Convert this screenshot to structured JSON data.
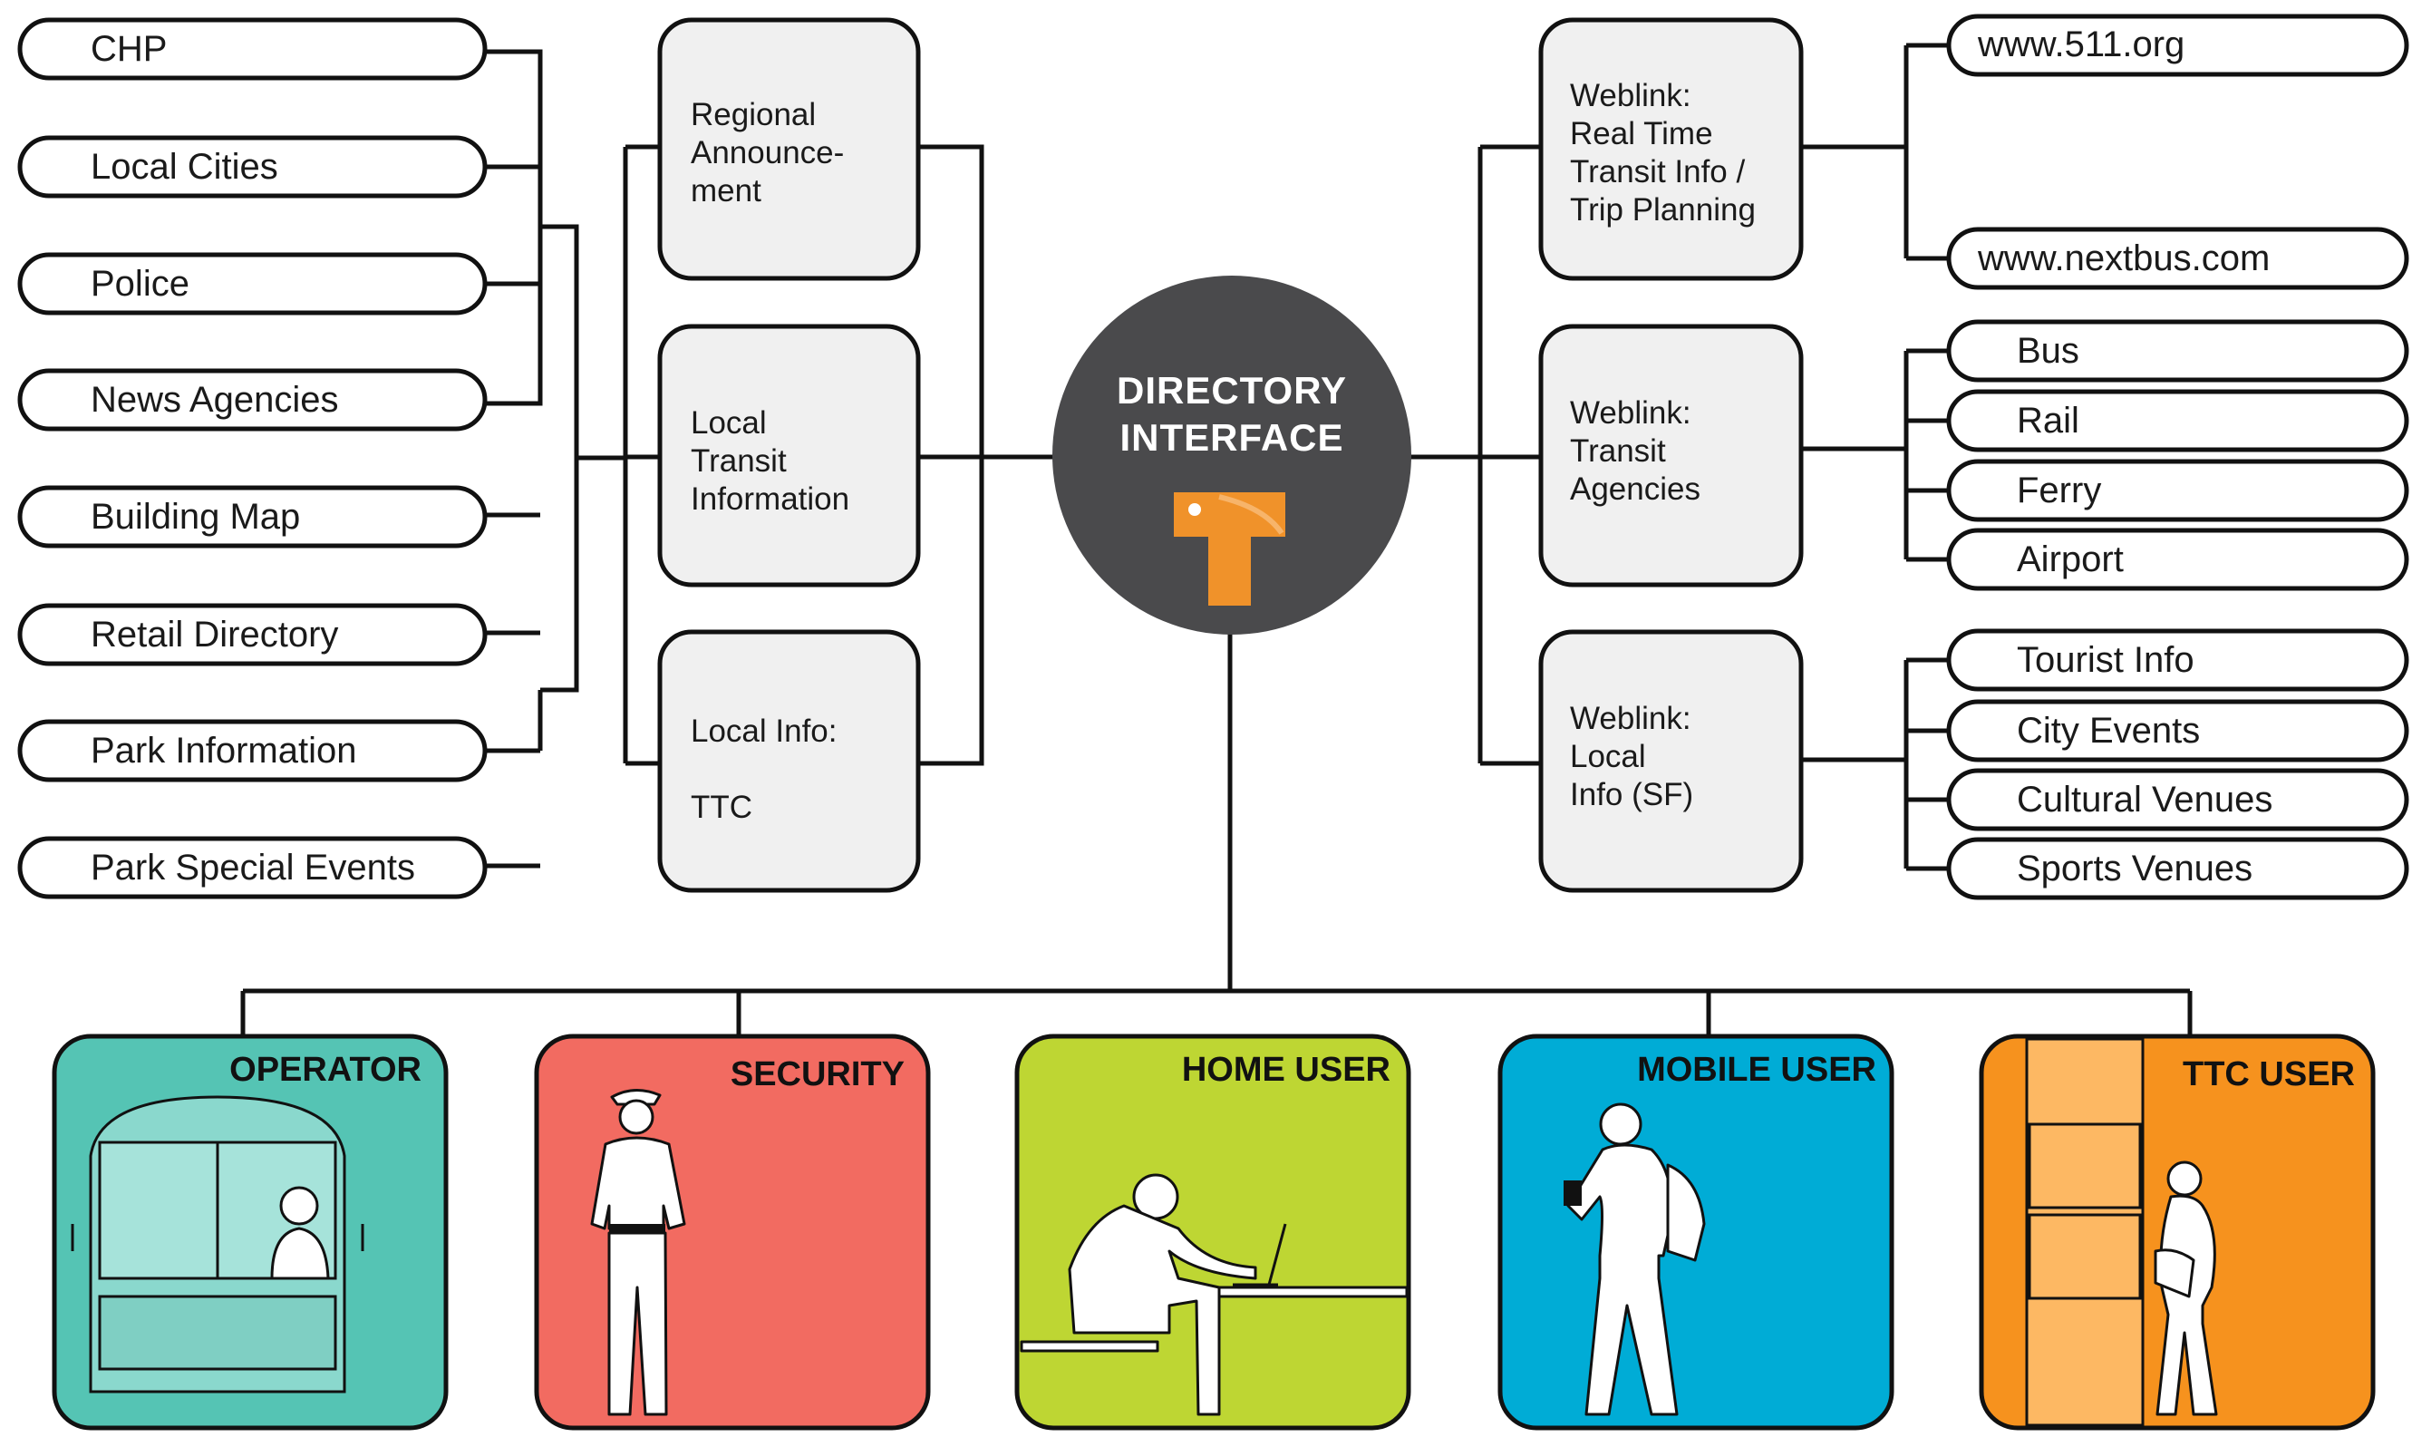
{
  "hub": {
    "title_line1": "DIRECTORY",
    "title_line2": "INTERFACE",
    "logo_icon": "ttc-logo-icon",
    "colors": {
      "circle": "#4a4a4c",
      "logo": "#f0922a"
    }
  },
  "left_sources": [
    "CHP",
    "Local Cities",
    "Police",
    "News Agencies",
    "Building Map",
    "Retail Directory",
    "Park Information",
    "Park Special Events"
  ],
  "left_categories": [
    {
      "lines": [
        "Regional",
        "Announce-",
        "ment"
      ]
    },
    {
      "lines": [
        "Local",
        "Transit",
        "Information"
      ]
    },
    {
      "lines": [
        "Local Info:",
        "",
        "TTC"
      ]
    }
  ],
  "right_categories": [
    {
      "lines": [
        "Weblink:",
        "Real Time",
        "Transit Info /",
        "Trip Planning"
      ]
    },
    {
      "lines": [
        "Weblink:",
        "Transit",
        "Agencies"
      ]
    },
    {
      "lines": [
        "Weblink:",
        "Local",
        "Info (SF)"
      ]
    }
  ],
  "right_links": {
    "weblinks": [
      "www.511.org",
      "www.nextbus.com"
    ],
    "agencies": [
      "Bus",
      "Rail",
      "Ferry",
      "Airport"
    ],
    "local_sf": [
      "Tourist Info",
      "City Events",
      "Cultural Venues",
      "Sports Venues"
    ]
  },
  "users": [
    {
      "label": "OPERATOR",
      "color": "#55c4b4",
      "icon": "bus-operator-icon"
    },
    {
      "label": "SECURITY",
      "color": "#f26b61",
      "icon": "security-guard-icon"
    },
    {
      "label": "HOME USER",
      "color": "#bed633",
      "icon": "home-user-laptop-icon"
    },
    {
      "label": "MOBILE USER",
      "color": "#00acd6",
      "icon": "mobile-user-phone-icon"
    },
    {
      "label": "TTC USER",
      "color": "#f6921e",
      "icon": "ttc-user-kiosk-icon"
    }
  ]
}
